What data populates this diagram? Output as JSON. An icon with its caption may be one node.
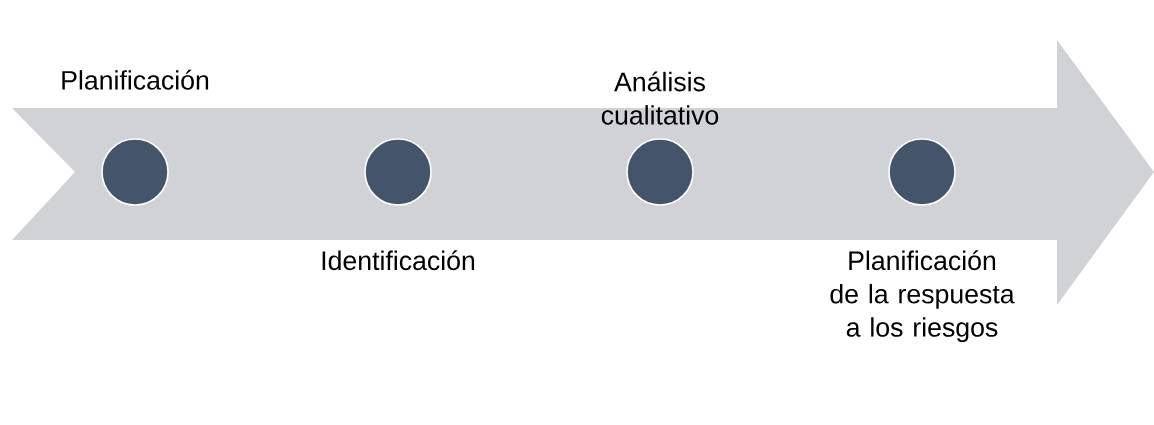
{
  "diagram": {
    "nodes": [
      {
        "text": [],
        "shape": "circle",
        "beside": [
          "Planificación"
        ]
      },
      {
        "text": [],
        "shape": "circle",
        "beside": [
          "Identificación"
        ]
      },
      {
        "text": [],
        "shape": "circle",
        "beside": [
          "Análisis cualitativo"
        ]
      },
      {
        "text": [],
        "shape": "circle",
        "beside": [
          "Planificación de la respuesta a los riesgos"
        ]
      }
    ]
  }
}
